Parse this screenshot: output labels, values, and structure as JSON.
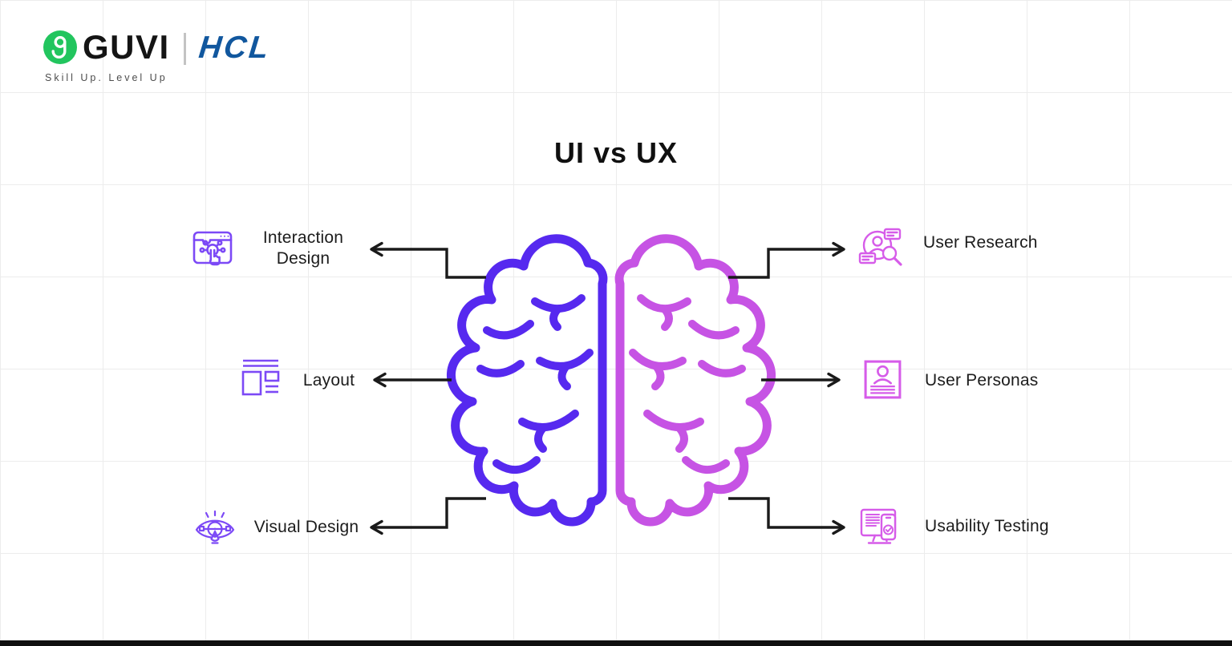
{
  "header": {
    "brand": "GUVI",
    "partner": "HCL",
    "tagline": "Skill Up. Level Up",
    "mark_color": "#22c55e",
    "brand_color": "#141414",
    "partner_color": "#11579e"
  },
  "title": "UI vs UX",
  "diagram": {
    "left_hemisphere_color": "#5629ef",
    "right_hemisphere_color": "#c653e4",
    "ui_icon_color": "#7c49f6",
    "ux_icon_color": "#d65ce9",
    "arrow_color": "#1a1a1a",
    "grid_color": "#ececec",
    "bottom_bar_color": "#101010",
    "items": {
      "interaction": {
        "side": "UI",
        "label": "Interaction\nDesign",
        "icon": "interaction-design-icon"
      },
      "layout": {
        "side": "UI",
        "label": "Layout",
        "icon": "layout-icon"
      },
      "visual": {
        "side": "UI",
        "label": "Visual Design",
        "icon": "visual-design-icon"
      },
      "research": {
        "side": "UX",
        "label": "User Research",
        "icon": "user-research-icon"
      },
      "personas": {
        "side": "UX",
        "label": "User Personas",
        "icon": "user-personas-icon"
      },
      "usability": {
        "side": "UX",
        "label": "Usability Testing",
        "icon": "usability-testing-icon"
      }
    }
  }
}
